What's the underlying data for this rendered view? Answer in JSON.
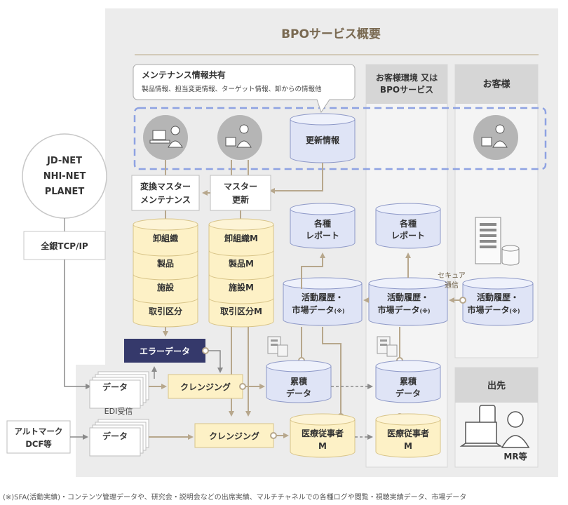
{
  "title": "BPOサービス概要",
  "maintenance": {
    "title": "メンテナンス情報共有",
    "subtitle": "製品情報、担当変更情報、ターゲット情報、卸からの情報他"
  },
  "update_info": "更新情報",
  "column_headers": {
    "env": [
      "お客様環境 又は",
      "BPOサービス"
    ],
    "customer": "お客様",
    "destination": "出先"
  },
  "network_circle": [
    "JD-NET",
    "NHI-NET",
    "PLANET"
  ],
  "network_box": "全銀TCP/IP",
  "convert_master": [
    "変換マスター",
    "メンテナンス"
  ],
  "master_update": [
    "マスター",
    "更新"
  ],
  "db_left": [
    "卸組織",
    "製品",
    "施設",
    "取引区分"
  ],
  "db_right": [
    "卸組織M",
    "製品M",
    "施設M",
    "取引区分M"
  ],
  "error_data": "エラーデータ",
  "edi_data": "データ",
  "edi_label": "EDI受信",
  "altmark": [
    "アルトマーク",
    "DCF等"
  ],
  "altmark_data": "データ",
  "cleansing_top": "クレンジング",
  "cleansing_bottom": "クレンジング",
  "report_a": [
    "各種",
    "レポート"
  ],
  "report_b": [
    "各種",
    "レポート"
  ],
  "activity_a": [
    "活動履歴・",
    "市場データ",
    "(※)"
  ],
  "activity_b": [
    "活動履歴・",
    "市場データ",
    "(※)"
  ],
  "activity_c": [
    "活動履歴・",
    "市場データ",
    "(※)"
  ],
  "secure": [
    "セキュア",
    "通信"
  ],
  "accum_a": [
    "累積",
    "データ"
  ],
  "accum_b": [
    "累積",
    "データ"
  ],
  "medical_a": [
    "医療従事者",
    "M"
  ],
  "medical_b": [
    "医療従事者",
    "M"
  ],
  "mr_label": "MR等",
  "footnote": "(※)SFA(活動実績)・コンテンツ管理データや、研究会・説明会などの出席実績、マルチチャネルでの各種ログや閲覧・視聴実績データ、市場データ",
  "colors": {
    "bg_panel": "#ececec",
    "column_bg": "#f3f3f3",
    "column_header": "#d6d6d6",
    "accent_gold": "#8a7a5e",
    "db_yellow": "#fdf1c6",
    "db_yellow_border": "#d8c488",
    "db_blue": "#dfe4f6",
    "db_blue_border": "#8d98c7",
    "error_navy": "#35396b",
    "arrow": "#b7a78c",
    "dashed_blue": "#8ea2e2",
    "icon_gray": "#b5b5b5"
  }
}
